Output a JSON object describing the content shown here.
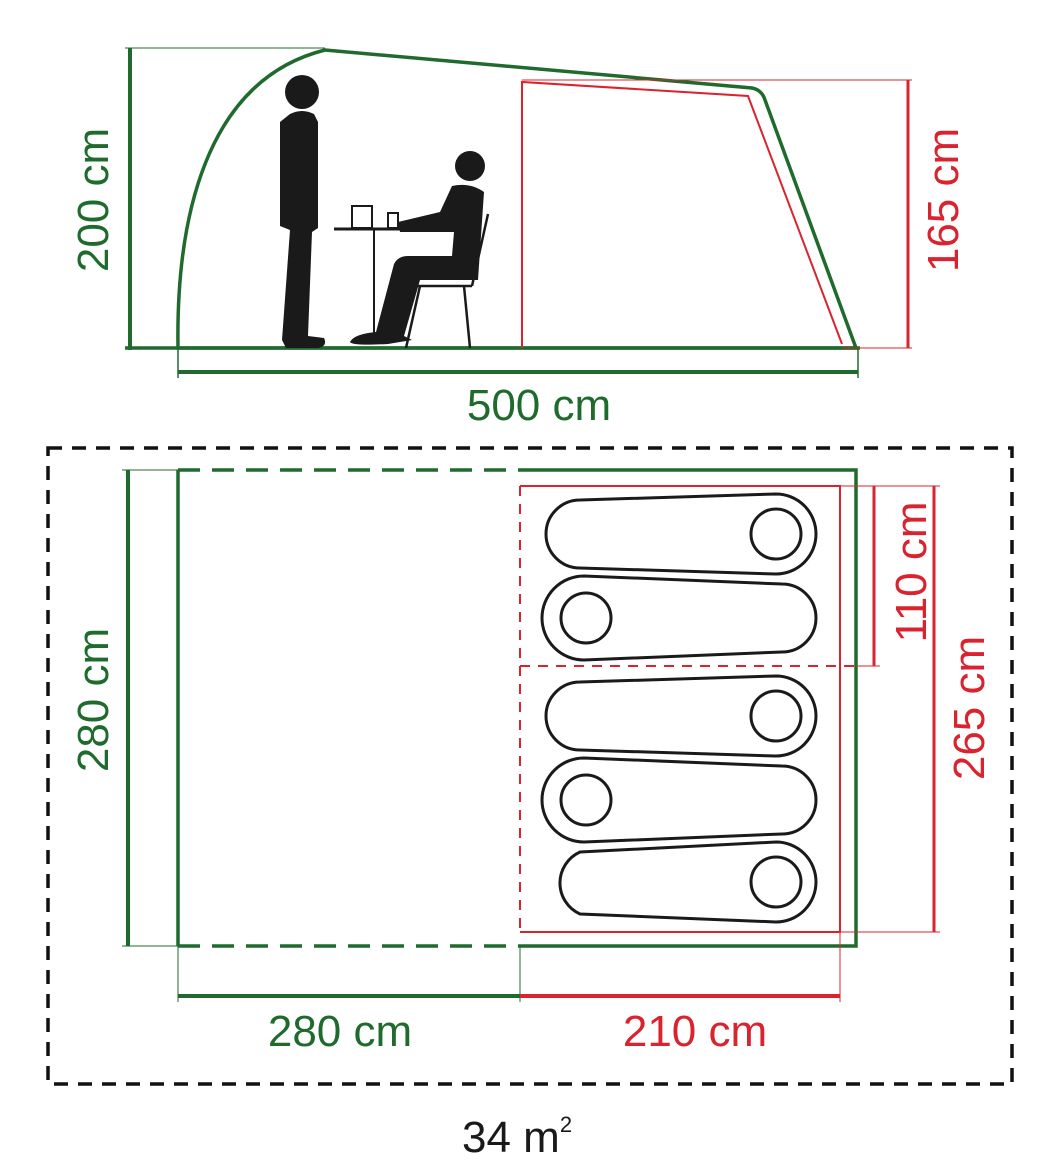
{
  "colors": {
    "green": "#1f6b2e",
    "red": "#d9232e",
    "black": "#1a1a1a",
    "frame": "#111111"
  },
  "side_view": {
    "height_total_label": "200 cm",
    "height_inner_label": "165 cm",
    "length_label": "500 cm",
    "figures": [
      "standing-person-icon",
      "seated-person-icon",
      "table-icon",
      "chair-icon"
    ]
  },
  "floor_plan": {
    "width_label": "280 cm",
    "living_length_label": "280 cm",
    "bedroom_length_label": "210 cm",
    "bedroom_width_label": "265 cm",
    "bedroom_section_label": "110 cm",
    "sleeping_bags": 5,
    "sleeping_bag_icon": "sleeping-bag-icon"
  },
  "area": {
    "value": "34 m",
    "superscript": "2"
  }
}
